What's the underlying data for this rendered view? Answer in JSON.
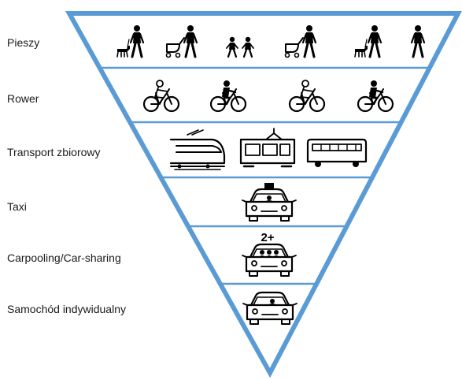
{
  "diagram": {
    "outline_color": "#5b9bd5",
    "icon_color": "#000000",
    "rows": [
      {
        "label": "Pieszy",
        "icons": [
          "man-walking-dog-icon",
          "woman-with-stroller-icon",
          "children-running-icon",
          "woman-with-stroller-icon",
          "man-walking-dog-icon",
          "woman-walking-icon"
        ]
      },
      {
        "label": "Rower",
        "icons": [
          "cyclist-icon",
          "cyclist-icon",
          "cyclist-icon",
          "cyclist-icon"
        ]
      },
      {
        "label": "Transport zbiorowy",
        "icons": [
          "train-icon",
          "tram-icon",
          "bus-icon"
        ]
      },
      {
        "label": "Taxi",
        "icons": [
          "taxi-icon"
        ]
      },
      {
        "label": "Carpooling/Car-sharing",
        "icons": [
          "carpool-car-icon"
        ],
        "badge": "2+"
      },
      {
        "label": "Samochód indywidualny",
        "icons": [
          "private-car-icon"
        ]
      }
    ]
  }
}
